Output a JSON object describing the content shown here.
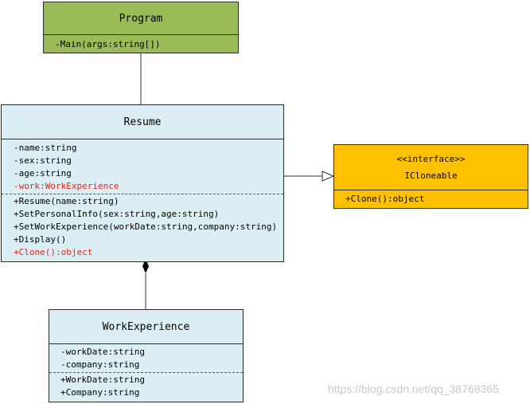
{
  "colors": {
    "program_fill": "#9bbb59",
    "class_fill": "#dbeef4",
    "interface_fill": "#ffc000",
    "highlight_text": "#e0261b",
    "border": "#2b2b2b"
  },
  "program": {
    "title": "Program",
    "methods": [
      "-Main(args:string[])"
    ]
  },
  "resume": {
    "title": "Resume",
    "fields": [
      {
        "text": "-name:string",
        "highlight": false
      },
      {
        "text": "-sex:string",
        "highlight": false
      },
      {
        "text": "-age:string",
        "highlight": false
      },
      {
        "text": "-work:WorkExperience",
        "highlight": true
      }
    ],
    "methods": [
      {
        "text": "+Resume(name:string)",
        "highlight": false
      },
      {
        "text": "+SetPersonalInfo(sex:string,age:string)",
        "highlight": false
      },
      {
        "text": "+SetWorkExperience(workDate:string,company:string)",
        "highlight": false
      },
      {
        "text": "+Display()",
        "highlight": false
      },
      {
        "text": "+Clone():object",
        "highlight": true
      }
    ]
  },
  "work_experience": {
    "title": "WorkExperience",
    "fields": [
      "-workDate:string",
      "-company:string"
    ],
    "methods": [
      "+WorkDate:string",
      "+Company:string"
    ]
  },
  "icloneable": {
    "stereotype": "<<interface>>",
    "title": "ICloneable",
    "methods": [
      "+Clone():object"
    ]
  },
  "relationships": [
    {
      "from": "Program",
      "to": "Resume",
      "kind": "association"
    },
    {
      "from": "Resume",
      "to": "ICloneable",
      "kind": "realization"
    },
    {
      "from": "Resume",
      "to": "WorkExperience",
      "kind": "composition"
    }
  ],
  "watermark": "https://blog.csdn.net/qq_38768365"
}
